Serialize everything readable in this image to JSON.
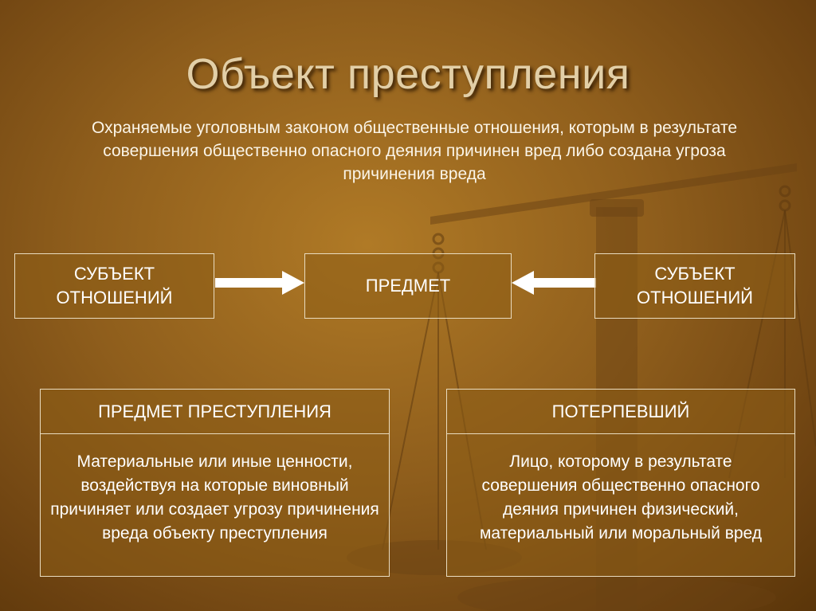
{
  "title": "Объект преступления",
  "definition": "Охраняемые уголовным законом общественные отношения, которым в результате совершения общественно опасного деяния причинен вред либо создана угроза причинения вреда",
  "flow": {
    "left_box": "СУБЪЕКТ ОТНОШЕНИЙ",
    "center_box": "ПРЕДМЕТ",
    "right_box": "СУБЪЕКТ ОТНОШЕНИЙ"
  },
  "panels": [
    {
      "header": "ПРЕДМЕТ ПРЕСТУПЛЕНИЯ",
      "body": "Материальные или иные ценности, воздействуя на которые виновный причиняет или создает угрозу причинения вреда объекту преступления"
    },
    {
      "header": "ПОТЕРПЕВШИЙ",
      "body": "Лицо, которому в результате совершения общественно опасного деяния причинен физический, материальный или моральный вред"
    }
  ],
  "colors": {
    "background": "#8f5e1c",
    "title": "#e2cfa7",
    "box_border": "#e9dcc0",
    "text": "#ffffff"
  },
  "icons": [
    "scales-of-justice-icon",
    "arrow-right-icon",
    "arrow-left-icon"
  ]
}
